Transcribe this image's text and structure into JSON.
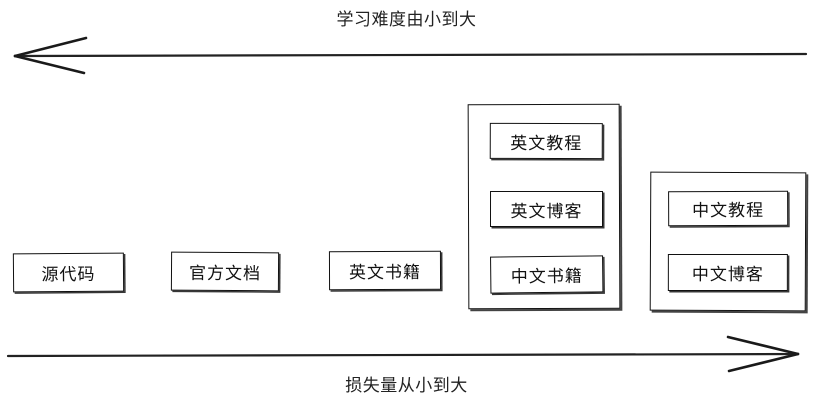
{
  "diagram": {
    "title_top": "学习难度由小到大",
    "title_bottom": "损失量从小到大",
    "stroke_color": "#111111",
    "background_color": "#ffffff"
  },
  "axes": {
    "top": {
      "caption": "学习难度由小到大",
      "direction": "left",
      "arrow_icon": "arrow-left-icon"
    },
    "bottom": {
      "caption": "损失量从小到大",
      "direction": "right",
      "arrow_icon": "arrow-right-icon"
    }
  },
  "nodes": [
    {
      "label": "源代码"
    },
    {
      "label": "官方文档"
    },
    {
      "label": "英文书籍"
    }
  ],
  "groups": [
    {
      "name": "group-english-tier",
      "items": [
        {
          "label": "英文教程"
        },
        {
          "label": "英文博客"
        },
        {
          "label": "中文书籍"
        }
      ]
    },
    {
      "name": "group-chinese-tier",
      "items": [
        {
          "label": "中文教程"
        },
        {
          "label": "中文博客"
        }
      ]
    }
  ]
}
